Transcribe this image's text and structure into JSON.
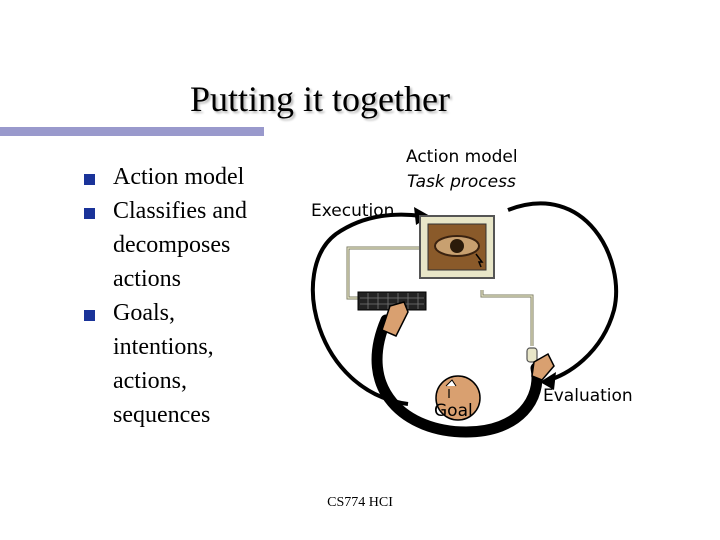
{
  "slide": {
    "title": "Putting it together",
    "bullets": [
      {
        "text": "Action model"
      },
      {
        "text": "Classifies and\ndecomposes\nactions"
      },
      {
        "text": "Goals,\nintentions,\nactions,\nsequences"
      }
    ],
    "footer": "CS774 HCI"
  },
  "diagram": {
    "heading": "Action model",
    "subheading": "Task process",
    "execution_label": "Execution",
    "evaluation_label": "Evaluation",
    "goal_label": "Goal"
  },
  "colors": {
    "bullet": "#1a3399",
    "title_bar": "#9999cc",
    "hand": "#d9a070",
    "monitor": "#e8e6c8",
    "eye": "#8a5a2a"
  }
}
